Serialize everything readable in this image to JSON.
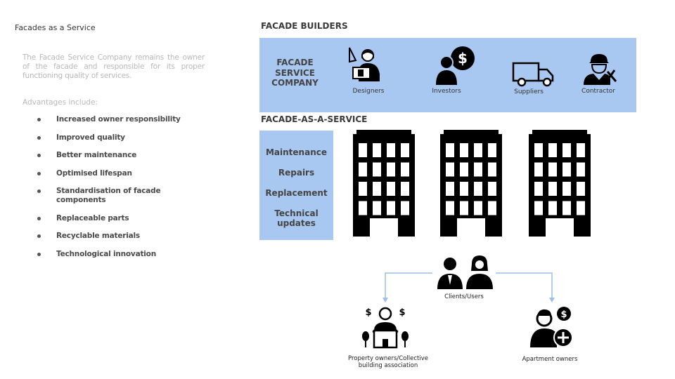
{
  "left_panel": {
    "title": "Facades as a Service",
    "description": "The Facade Service Company remains the owner of the facade and responsible for its proper functioning quality of services.",
    "advantages_heading": "Advantages include:",
    "advantages": [
      "Increased owner responsibility",
      "Improved quality",
      "Better maintenance",
      "Optimised lifespan",
      "Standardisation of facade components",
      "Replaceable parts",
      "Recyclable materials",
      "Technological innovation"
    ]
  },
  "builders": {
    "heading": "FACADE BUILDERS",
    "company_label": "FACADE SERVICE COMPANY",
    "roles": [
      "Designers",
      "Investors",
      "Suppliers",
      "Contractor"
    ]
  },
  "service": {
    "heading": "FACADE-AS-A-SERVICE",
    "items": [
      "Maintenance",
      "Repairs",
      "Replacement",
      "Technical updates"
    ]
  },
  "users": {
    "clients_label": "Clients/Users",
    "property_owners_label": "Property owners/Collective building association",
    "apartment_owners_label": "Apartment owners"
  },
  "colors": {
    "box": "#a9c8f1",
    "arrow": "#9dbfe9"
  }
}
